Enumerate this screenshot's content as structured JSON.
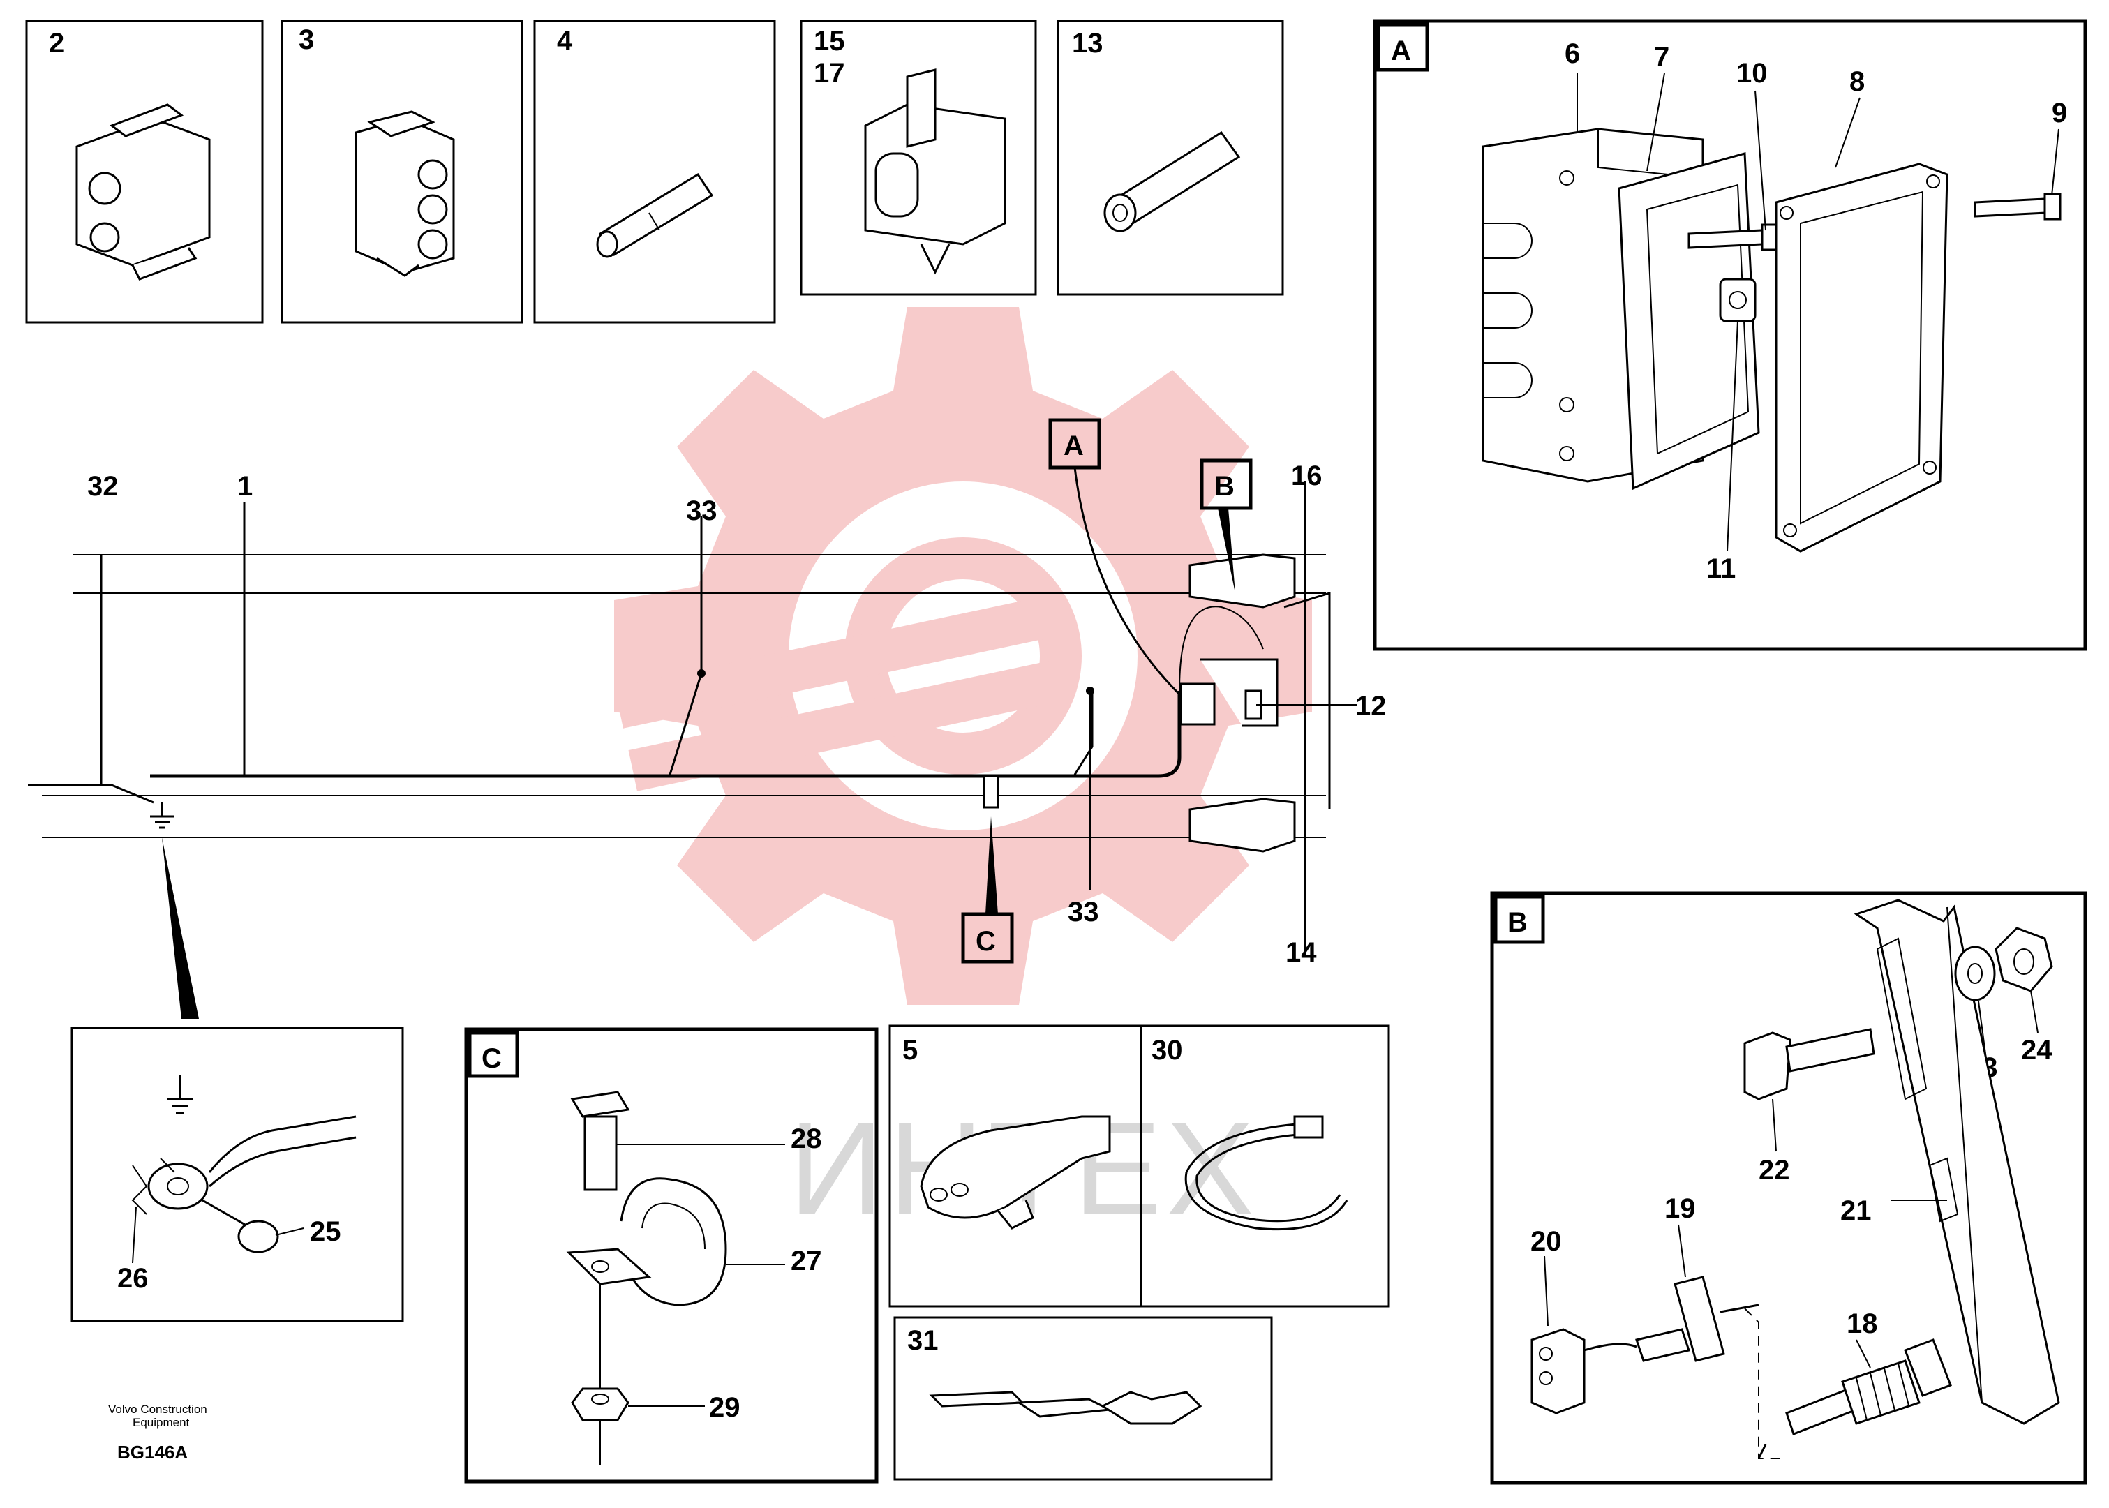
{
  "watermark": {
    "text": "ИНТЕХ",
    "gear_color": "#f6c2c2"
  },
  "footer": {
    "company_line1": "Volvo Construction",
    "company_line2": "Equipment",
    "drawing_code": "BG146A"
  },
  "top_boxes": [
    {
      "label": "2"
    },
    {
      "label": "3"
    },
    {
      "label": "4"
    },
    {
      "label_line1": "15",
      "label_line2": "17"
    },
    {
      "label": "13"
    }
  ],
  "detail_a": {
    "tag": "A",
    "callouts": [
      "6",
      "7",
      "10",
      "8",
      "9",
      "11"
    ]
  },
  "detail_b": {
    "tag": "B",
    "callouts": [
      "23",
      "24",
      "22",
      "21",
      "20",
      "19",
      "18"
    ]
  },
  "detail_c": {
    "tag": "C",
    "callouts": [
      "28",
      "27",
      "29"
    ]
  },
  "ground_detail": {
    "callouts": [
      "25",
      "26"
    ]
  },
  "small_boxes": [
    {
      "label": "5"
    },
    {
      "label": "30"
    },
    {
      "label": "31"
    }
  ],
  "main_view": {
    "callouts": [
      "32",
      "1",
      "33",
      "16",
      "12",
      "14",
      "33"
    ],
    "tags": [
      "A",
      "B",
      "C"
    ]
  }
}
